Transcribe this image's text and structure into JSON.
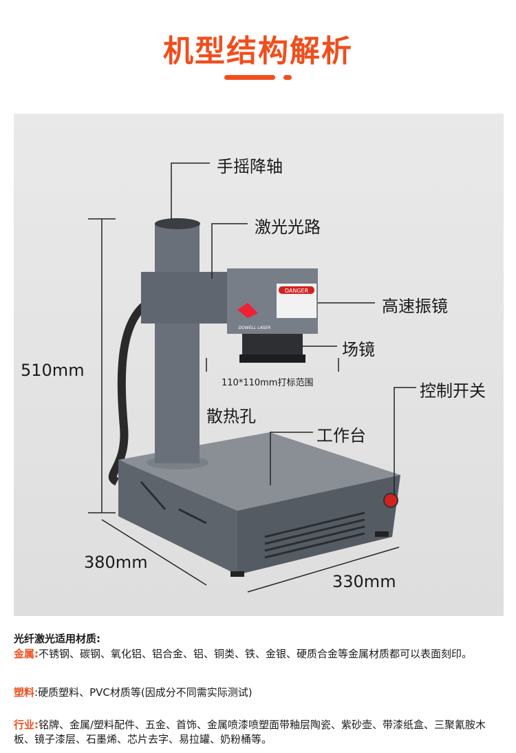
{
  "header": {
    "title": "机型结构解析"
  },
  "colors": {
    "accent": "#f04e1c",
    "panel": "#e4e4e4",
    "machine": "#5f6670"
  },
  "diagram": {
    "labels": {
      "lift_axis": "手摇降轴",
      "laser_path": "激光光路",
      "galvo": "高速振镜",
      "field_lens": "场镜",
      "marking_range": "110*110mm打标范围",
      "control_switch": "控制开关",
      "vents": "散热孔",
      "worktable": "工作台"
    },
    "dimensions": {
      "height": "510mm",
      "depth": "380mm",
      "width": "330mm"
    },
    "machine_text": {
      "warning": "DANGER",
      "brand": "DOWELL LASER"
    }
  },
  "materials": {
    "heading": "光纤激光适用材质:",
    "metal_label": "金属:",
    "metal_text": "不锈钢、碳钢、氧化铝、铝合金、铝、铜类、铁、金银、硬质合金等金属材质都可以表面刻印。",
    "plastic_label": "塑料",
    "plastic_text": ":硬质塑料、PVC材质等(因成分不同需实际测试)",
    "industry_label": "行业:",
    "industry_text": "铭牌、金属/塑料配件、五金、首饰、金属喷漆喷塑面带釉层陶瓷、紫砂壶、带漆纸盒、三聚氰胺木板、镜子漆层、石墨烯、芯片去字、易拉罐、奶粉桶等。"
  }
}
